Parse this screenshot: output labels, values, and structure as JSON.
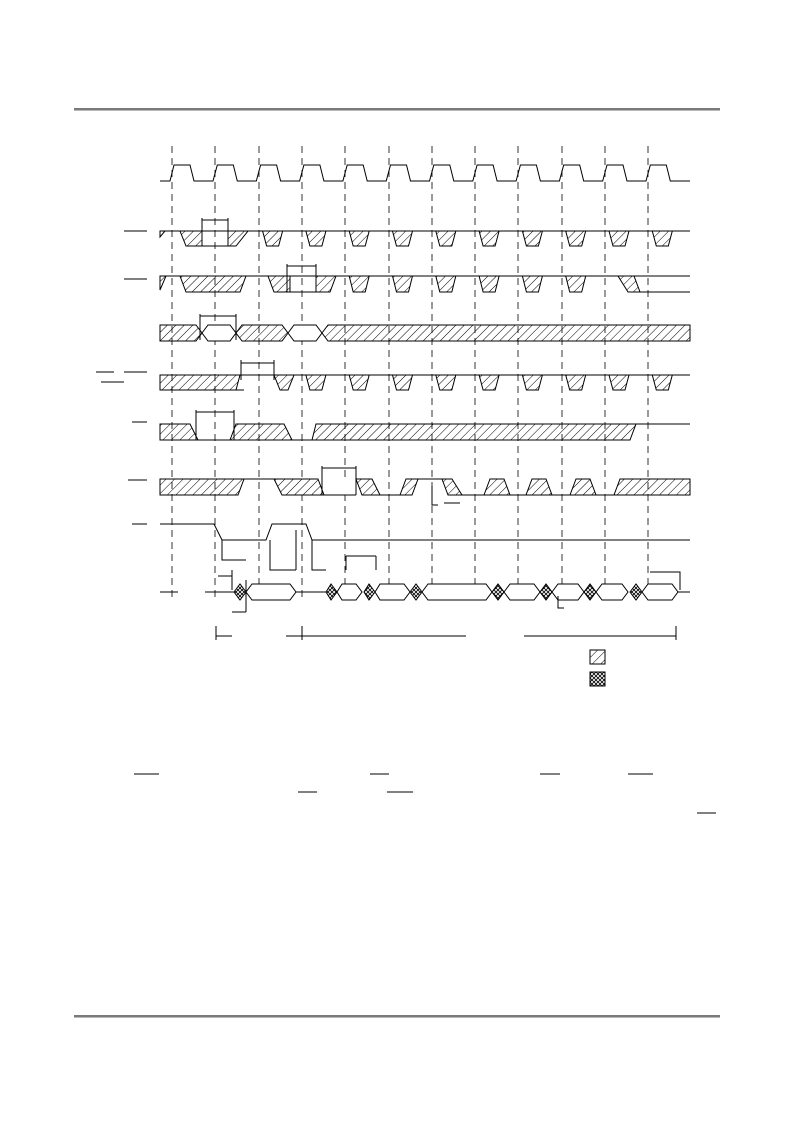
{
  "page": {
    "header_rule": true,
    "footer_rule": true
  },
  "diagram": {
    "line_color": "#000000",
    "dash_color": "#333333",
    "background": "#ffffff",
    "num_clock_cycles": 12
  },
  "legend": [
    {
      "pattern": "diagonal-hatch",
      "label": ""
    },
    {
      "pattern": "cross-hatch",
      "label": ""
    }
  ],
  "overbars": [
    {
      "label": ""
    },
    {
      "label": ""
    },
    {
      "label": ""
    },
    {
      "label": ""
    },
    {
      "label": ""
    },
    {
      "label": ""
    },
    {
      "label": ""
    }
  ]
}
